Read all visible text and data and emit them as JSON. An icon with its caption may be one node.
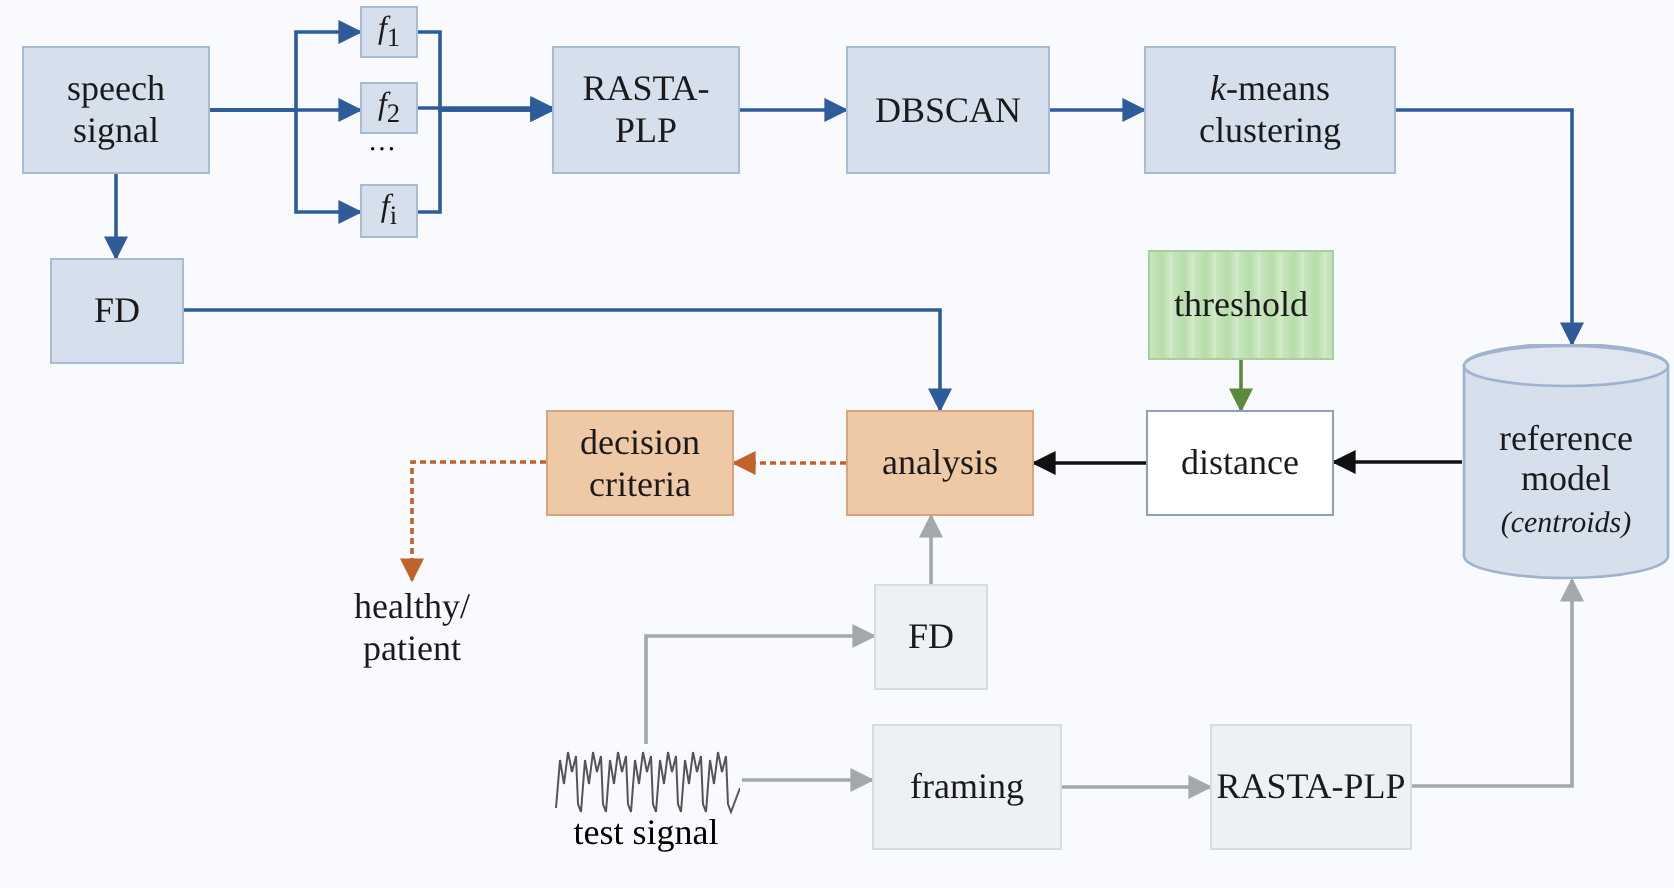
{
  "diagram": {
    "nodes": [
      {
        "text": [
          "speech signal"
        ]
      },
      {
        "text": [
          "*f*$_{1}$"
        ]
      },
      {
        "text": [
          "*f*$_{2}$"
        ]
      },
      {
        "text": [
          "*f*$_{i}$"
        ]
      },
      {
        "text": [
          "RASTA-PLP"
        ]
      },
      {
        "text": [
          "DBSCAN"
        ]
      },
      {
        "text": [
          "*k*-means clustering"
        ]
      },
      {
        "text": [
          "FD"
        ]
      },
      {
        "text": [
          "threshold"
        ]
      },
      {
        "text": [
          "reference model",
          "(centroids)"
        ]
      },
      {
        "text": [
          "analysis"
        ]
      },
      {
        "text": [
          "distance"
        ]
      },
      {
        "text": [
          "decision criteria"
        ]
      },
      {
        "text": [
          "healthy/ patient"
        ]
      },
      {
        "text": [
          "FD"
        ]
      },
      {
        "text": [],
        "shape": "picture",
        "beside": [
          "test signal"
        ]
      },
      {
        "text": [
          "framing"
        ]
      },
      {
        "text": [
          "RASTA-PLP"
        ]
      }
    ],
    "edges": [
      {
        "from": 0,
        "to": 1,
        "arrow": "to"
      },
      {
        "from": 0,
        "to": 2,
        "arrow": "to"
      },
      {
        "from": 0,
        "to": 3,
        "arrow": "to"
      },
      {
        "from": 1,
        "to": 4,
        "arrow": "to"
      },
      {
        "from": 2,
        "to": 4,
        "arrow": "to"
      },
      {
        "from": 3,
        "to": 4,
        "arrow": "to"
      },
      {
        "from": 4,
        "to": 5,
        "arrow": "to"
      },
      {
        "from": 5,
        "to": 6,
        "arrow": "to"
      },
      {
        "from": 6,
        "to": 9,
        "arrow": "to"
      },
      {
        "from": 0,
        "to": 7,
        "arrow": "to"
      },
      {
        "from": 7,
        "to": 10,
        "arrow": "to"
      },
      {
        "from": 8,
        "to": 11,
        "arrow": "to",
        "color": "#5a8a3a"
      },
      {
        "from": 9,
        "to": 11,
        "arrow": "to",
        "color": "#111111"
      },
      {
        "from": 11,
        "to": 10,
        "arrow": "to",
        "color": "#111111"
      },
      {
        "from": 10,
        "to": 12,
        "arrow": "to",
        "style": "dashed",
        "color": "#c0632a"
      },
      {
        "from": 12,
        "to": 13,
        "arrow": "to",
        "style": "dashed",
        "color": "#c0632a"
      },
      {
        "from": 15,
        "to": 14,
        "arrow": "to",
        "color": "#a3a8ad"
      },
      {
        "from": 15,
        "to": 16,
        "arrow": "to",
        "color": "#a3a8ad"
      },
      {
        "from": 16,
        "to": 17,
        "arrow": "to",
        "color": "#a3a8ad"
      },
      {
        "from": 17,
        "to": 9,
        "arrow": "to",
        "color": "#a3a8ad"
      },
      {
        "from": 14,
        "to": 10,
        "arrow": "to",
        "color": "#a3a8ad"
      }
    ],
    "labels": [
      "···"
    ]
  }
}
